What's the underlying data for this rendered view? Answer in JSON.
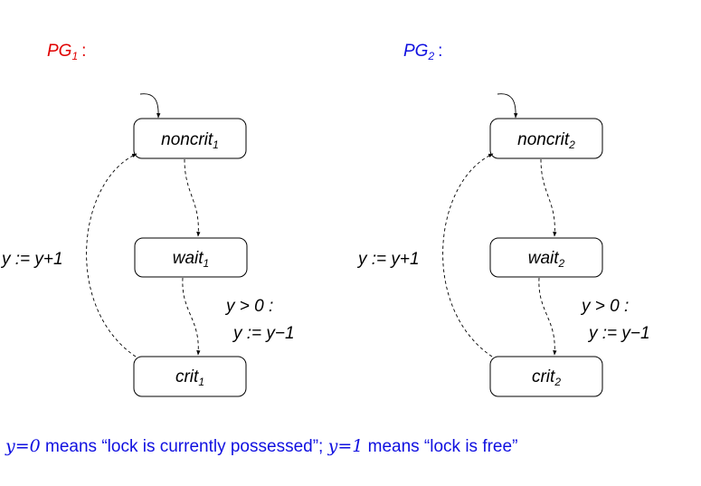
{
  "colors": {
    "pg1": "#e00000",
    "pg2": "#1010e0",
    "legend": "#1010e0",
    "ink": "#000000"
  },
  "graphs": [
    {
      "title": {
        "base": "PG",
        "sub": "1",
        "suffix": ":"
      },
      "nodes": [
        {
          "id": "noncrit",
          "base": "noncrit",
          "sub": "1"
        },
        {
          "id": "wait",
          "base": "wait",
          "sub": "1"
        },
        {
          "id": "crit",
          "base": "crit",
          "sub": "1"
        }
      ],
      "edge_labels": {
        "release": "y := y+1",
        "acquire_guard": "y > 0 :",
        "acquire_effect": "y := y−1"
      }
    },
    {
      "title": {
        "base": "PG",
        "sub": "2",
        "suffix": ":"
      },
      "nodes": [
        {
          "id": "noncrit",
          "base": "noncrit",
          "sub": "2"
        },
        {
          "id": "wait",
          "base": "wait",
          "sub": "2"
        },
        {
          "id": "crit",
          "base": "crit",
          "sub": "2"
        }
      ],
      "edge_labels": {
        "release": "y := y+1",
        "acquire_guard": "y > 0 :",
        "acquire_effect": "y := y−1"
      }
    }
  ],
  "legend": {
    "part1_math": "y=0",
    "part1_text": " means “lock is currently possessed”; ",
    "part2_math": "y=1",
    "part2_text": " means “lock is free”"
  }
}
